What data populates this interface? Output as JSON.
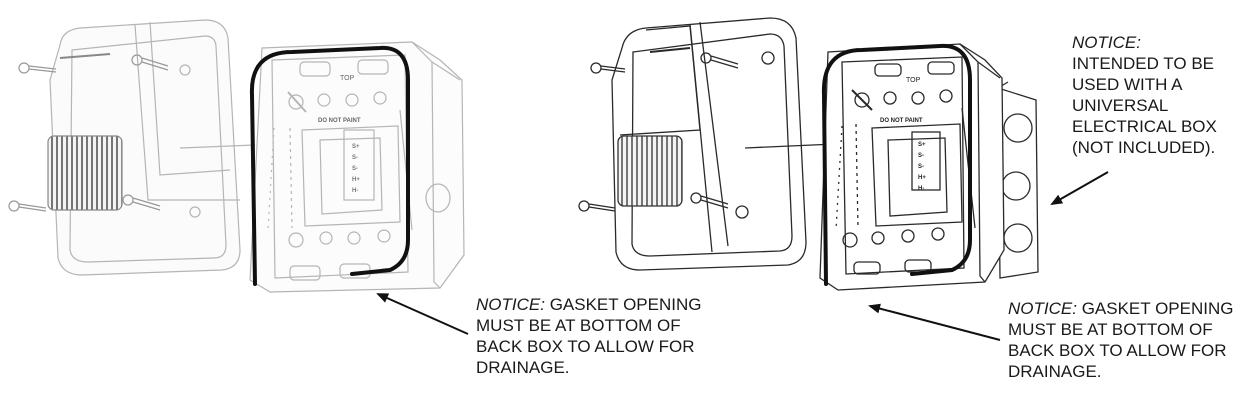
{
  "notices": {
    "label": "NOTICE:",
    "gasket": {
      "rest_line1": "GASKET OPENING",
      "line2": "MUST BE AT BOTTOM OF",
      "line3": "BACK BOX TO ALLOW FOR",
      "line4": "DRAINAGE."
    },
    "box": {
      "line1": "INTENDED TO BE",
      "line2": "USED WITH A",
      "line3": "UNIVERSAL",
      "line4": "ELECTRICAL BOX",
      "line5": "(NOT INCLUDED)."
    }
  },
  "device_labels": {
    "top": "TOP",
    "do_not_paint": "DO NOT PAINT",
    "terminals": [
      "S+",
      "S-",
      "S-",
      "H+",
      "H-"
    ]
  }
}
